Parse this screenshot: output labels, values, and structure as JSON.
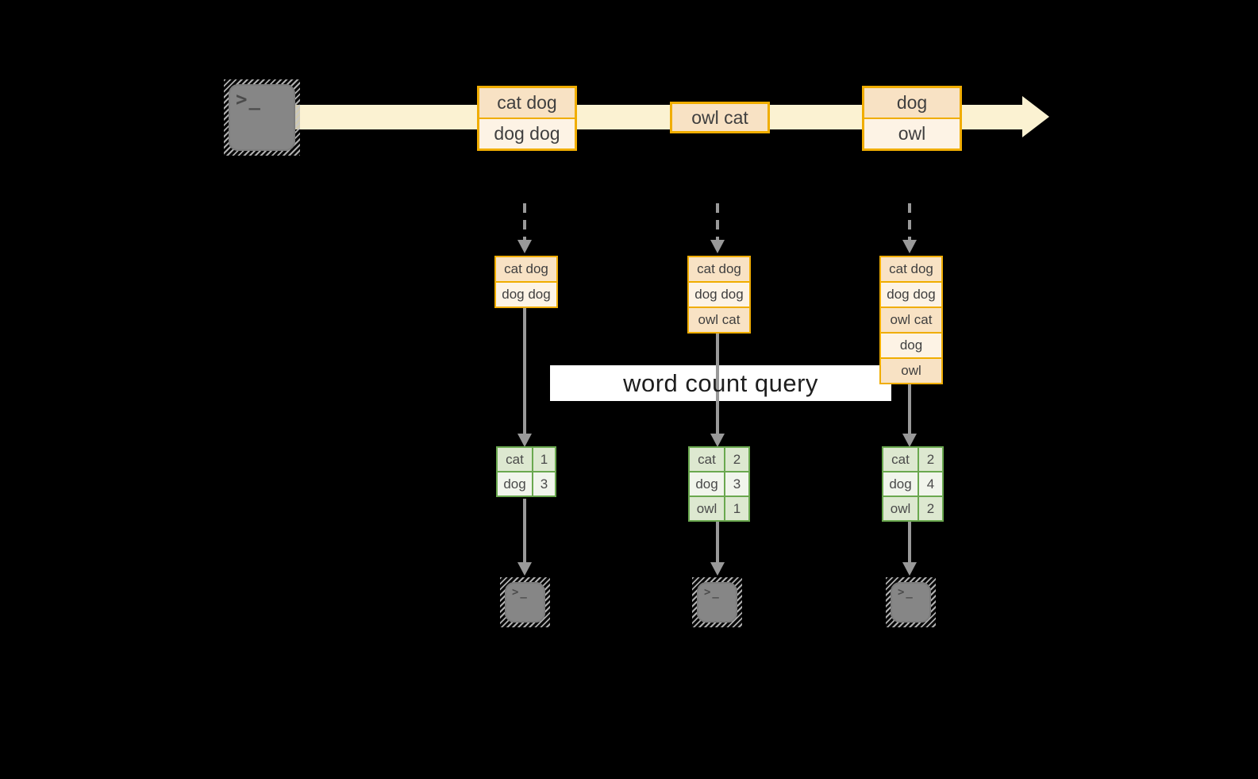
{
  "title": {
    "label": "word count query"
  },
  "stream": {
    "source_glyph": ">_",
    "events": [
      {
        "rows": [
          "cat dog",
          "dog dog"
        ]
      },
      {
        "rows": [
          "owl cat"
        ]
      },
      {
        "rows": [
          "dog",
          "owl"
        ]
      }
    ]
  },
  "pipelines": [
    {
      "batch": [
        "cat dog",
        "dog dog"
      ],
      "counts": [
        [
          "cat",
          "1"
        ],
        [
          "dog",
          "3"
        ]
      ],
      "sink_glyph": ">_"
    },
    {
      "batch": [
        "cat dog",
        "dog dog",
        "owl cat"
      ],
      "counts": [
        [
          "cat",
          "2"
        ],
        [
          "dog",
          "3"
        ],
        [
          "owl",
          "1"
        ]
      ],
      "sink_glyph": ">_"
    },
    {
      "batch": [
        "cat dog",
        "dog dog",
        "owl cat",
        "dog",
        "owl"
      ],
      "counts": [
        [
          "cat",
          "2"
        ],
        [
          "dog",
          "4"
        ],
        [
          "owl",
          "2"
        ]
      ],
      "sink_glyph": ">_"
    }
  ],
  "colors": {
    "accent_gold": "#f0ad00",
    "peach_fill": "#f8e2c4",
    "cream_fill": "#fdf3e5",
    "stream_band": "#fbf2d2",
    "green_border": "#6aa84f",
    "green_fill_dark": "#dde8d0",
    "green_fill_light": "#f1f5ec",
    "arrow_gray": "#999999",
    "terminal_gray": "#868686",
    "background": "#000000"
  }
}
